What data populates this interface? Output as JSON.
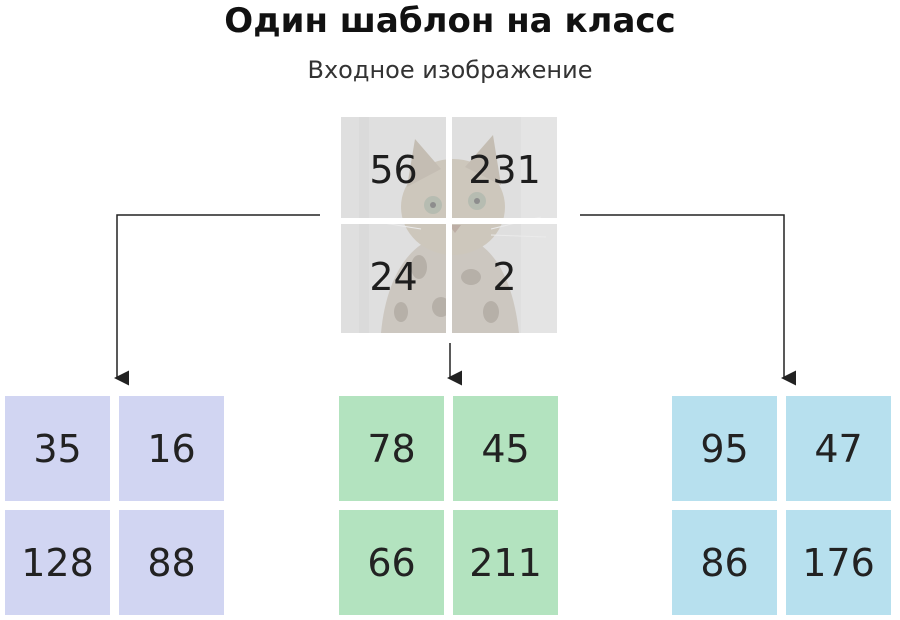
{
  "title": "Один шаблон на класс",
  "subtitle": "Входное изображение",
  "input": {
    "image_icon": "cat-photo",
    "values": [
      "56",
      "231",
      "24",
      "2"
    ]
  },
  "templates": [
    {
      "name": "purple",
      "color": "#d1d5f2",
      "values": [
        "35",
        "16",
        "128",
        "88"
      ]
    },
    {
      "name": "green",
      "color": "#b3e3bf",
      "values": [
        "78",
        "45",
        "66",
        "211"
      ]
    },
    {
      "name": "blue",
      "color": "#b7e0ee",
      "values": [
        "95",
        "47",
        "86",
        "176"
      ]
    }
  ]
}
